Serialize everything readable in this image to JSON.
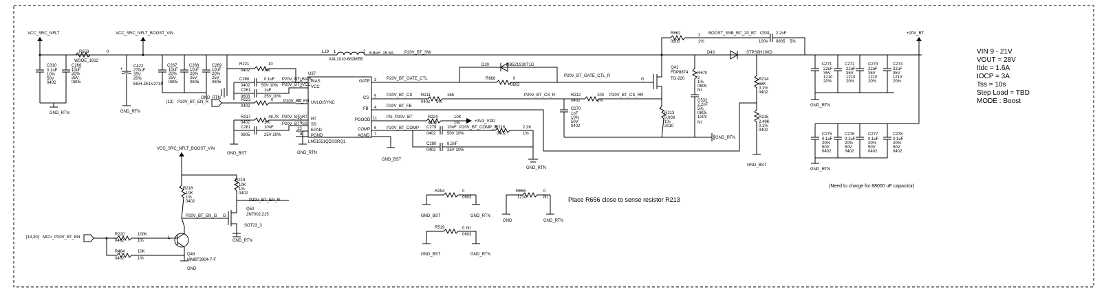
{
  "nets": {
    "vcc_src_nflt": "VCC_SRC_NFLT",
    "vcc_boost_vin": "VCC_SRC_NFLT_BOOST_VIN",
    "vcc_boost_vin2": "VCC_SRC_NFLT_BOOST_VIN",
    "p20v_bt": "+20V_BT",
    "p20v_bt_sw": "P20V_BT_SW",
    "boost_snb": "BOOST_SNB_RC_20_BT",
    "gate_ctl": "P20V_BT_GATE_CTL",
    "gate_ctl_r": "P20V_BT_GATE_CTL_R",
    "bt_cs": "P20V_BT_CS",
    "bt_cs_r": "P20V_BT_CS_R",
    "bt_cs_rr": "P20V_BT_CS_RR",
    "bt_fb": "P20V_BT_FB",
    "pg": "PG_P20V_BT",
    "vdd": "+3V3_VDD",
    "comp": "P20V_BT_COMP",
    "comp_r": "P20V_BT_COMP_R",
    "bias": "P20V_BT_BIAS",
    "bt_vcc": "P20V_BT_VCC",
    "bt_en": "P20V_BT_EN",
    "bt_en_r": "P20V_BT_EN_R",
    "bt_rt": "P20V_BT_RT",
    "bt_ss": "P20V_BT_SS",
    "bt_en_g": "P20V_BT_EN_G",
    "mcu_en": "MCU_P20V_BT_EN",
    "ref13": "[13]",
    "ref1430": "[14,30]",
    "gnd_rtn": "GND_RTN",
    "gnd_bst": "GND_BST",
    "gnd": "GND",
    "gnd_rtn_inline": "GND_RTN"
  },
  "parts": {
    "R659": {
      "ref": "R659",
      "val": "0",
      "pkg": "WSOE_1812"
    },
    "C310": {
      "ref": "C310",
      "lines": [
        "0.1uF",
        "10%",
        "50V",
        "0402"
      ]
    },
    "C266": {
      "ref": "C266",
      "lines": [
        "10uF",
        "20%",
        "25V",
        "0805"
      ]
    },
    "C422": {
      "ref": "C422",
      "lines": [
        "270uF",
        "35V",
        "20%",
        "EEH-ZE1V271P"
      ]
    },
    "C267": {
      "ref": "C267",
      "lines": [
        "10uF",
        "20%",
        "25V",
        "0805"
      ]
    },
    "C268": {
      "ref": "C268",
      "lines": [
        "10uF",
        "20%",
        "25V",
        "0805"
      ]
    },
    "C269": {
      "ref": "C269",
      "lines": [
        "10uF",
        "20%",
        "25V",
        "0805"
      ]
    },
    "R221": {
      "ref": "R221",
      "val": "10",
      "pkg": "0402",
      "tol": "1%"
    },
    "C260": {
      "ref": "C260",
      "val": "0.1uF",
      "pkg": "0402",
      "rating": "50V 10%"
    },
    "C261": {
      "ref": "C261",
      "val": "1uF",
      "pkg": "0603",
      "rating": "35V 10%"
    },
    "R223": {
      "ref": "R223",
      "val": "0",
      "pkg": "0402"
    },
    "R217": {
      "ref": "R217",
      "val": "48.7K",
      "pkg": "0402",
      "tol": "1%"
    },
    "C281": {
      "ref": "C281",
      "val": "10nF",
      "pkg": "0805",
      "rating": "25V 20%"
    },
    "L19": {
      "ref": "L19",
      "val": "6.8uH_15.5A",
      "pkg": "XAL1010-682MEB",
      "p1": "1",
      "p2": "2"
    },
    "U37": {
      "ref": "U37",
      "part": "LM51551QDSSRQ1",
      "pins": [
        "BIAS",
        "VCC",
        "UVLO/SYNC",
        "RT",
        "SS",
        "EPAD",
        "PGND",
        "GATE",
        "CS",
        "FB",
        "PGOOD",
        "COMP",
        "AGND"
      ],
      "nums": [
        "1",
        "2",
        "12",
        "10",
        "9",
        "13",
        "8",
        "3",
        "5",
        "4",
        "11",
        "6",
        "7"
      ]
    },
    "D20": {
      "ref": "D20",
      "part": "RB521S30T1G"
    },
    "R668": {
      "ref": "R668",
      "val": "0",
      "pkg": "0603"
    },
    "R211": {
      "ref": "R211",
      "val": "165",
      "pkg": "0402",
      "tol": "1%"
    },
    "R212": {
      "ref": "R212",
      "val": "100",
      "pkg": "0402",
      "tol": "1%"
    },
    "R224": {
      "ref": "R224",
      "val": "10K",
      "pkg": "0402",
      "tol": "1%"
    },
    "C279": {
      "ref": "C279",
      "val": "10nF",
      "pkg": "0402",
      "rating": "50V 10%"
    },
    "R216": {
      "ref": "R216",
      "val": "2.2K",
      "pkg": "0402",
      "tol": "1%"
    },
    "C280": {
      "ref": "C280",
      "val": "8.2nF",
      "pkg": "0402",
      "rating": "25V 10%"
    },
    "R662": {
      "ref": "R662",
      "val": "2",
      "pkg": "0805",
      "tol": "1%",
      "p2": "2"
    },
    "C531": {
      "ref": "C531",
      "val": "2.2nF",
      "pkg": "0805",
      "rating": "100V",
      "tol": "5%"
    },
    "D43": {
      "ref": "D43",
      "part": "STPS8H100D"
    },
    "Q41": {
      "ref": "Q41",
      "part": "FDP8874",
      "pkg": "TO-220",
      "g": "G"
    },
    "R670": {
      "ref": "R670",
      "lines": [
        "2",
        "1%",
        "0805",
        "NI"
      ]
    },
    "C532": {
      "ref": "C532",
      "lines": [
        "2.2nF",
        "5%",
        "0805",
        "100V",
        "NI"
      ]
    },
    "C270": {
      "ref": "C270",
      "lines": [
        "1nF",
        "10%",
        "50V",
        "0402"
      ]
    },
    "R213": {
      "ref": "R213",
      "lines": [
        "0.008",
        "1%",
        "2010"
      ]
    },
    "R214": {
      "ref": "R214",
      "lines": [
        "68K",
        "0.1%",
        "0402"
      ]
    },
    "R215": {
      "ref": "R215",
      "lines": [
        "2.49K",
        "0.1%",
        "0402"
      ]
    },
    "C271": {
      "ref": "C271",
      "lines": [
        "22uF",
        "35V",
        "1210",
        "20%"
      ]
    },
    "C272": {
      "ref": "C272",
      "lines": [
        "22uF",
        "35V",
        "1210",
        "20%"
      ]
    },
    "C273": {
      "ref": "C273",
      "lines": [
        "22uF",
        "35V",
        "1210",
        "20%"
      ]
    },
    "C274": {
      "ref": "C274",
      "lines": [
        "22uF",
        "35V",
        "1210",
        "20%"
      ]
    },
    "C275": {
      "ref": "C275",
      "lines": [
        "0.1uF",
        "20%",
        "50V",
        "0402"
      ]
    },
    "C276": {
      "ref": "C276",
      "lines": [
        "0.1uF",
        "20%",
        "50V",
        "0402"
      ]
    },
    "C277": {
      "ref": "C277",
      "lines": [
        "0.1uF",
        "20%",
        "50V",
        "0402"
      ]
    },
    "C278": {
      "ref": "C278",
      "lines": [
        "0.1uF",
        "20%",
        "50V",
        "0402"
      ]
    },
    "R218": {
      "ref": "R218",
      "lines": [
        "10K",
        "1%",
        "0402"
      ]
    },
    "R219": {
      "ref": "R219",
      "lines": [
        "10K",
        "1%",
        "0402"
      ]
    },
    "Q50": {
      "ref": "Q50",
      "part": "2N7002,215",
      "pkg": "SOT23_3",
      "g": "G"
    },
    "Q49": {
      "ref": "Q49",
      "part": "MMBT3904-7-F",
      "b": "1"
    },
    "R220": {
      "ref": "R220",
      "val": "100K",
      "pkg": "0402",
      "tol": "1%"
    },
    "R484": {
      "ref": "R484",
      "val": "10K",
      "pkg": "0402",
      "tol": "1%"
    },
    "R294": {
      "ref": "R294",
      "val": "0",
      "pkg": "0603"
    },
    "R656": {
      "ref": "R656",
      "val": "0",
      "pkg": "1210",
      "ni": "NI"
    },
    "R519": {
      "ref": "R519",
      "val": "0",
      "pkg": "0603",
      "ni": "NI"
    }
  },
  "notes": {
    "spec": [
      "VIN 9 - 21V",
      "VOUT = 28V",
      "Itdc = 1.6A",
      "IOCP = 3A",
      "Tss = 10s",
      "Step Load = TBD",
      "MODE : Boost"
    ],
    "charge": "(Need to charge for 88000 uF capacitor)",
    "place": "Place R656 close to sense resistor R213"
  }
}
